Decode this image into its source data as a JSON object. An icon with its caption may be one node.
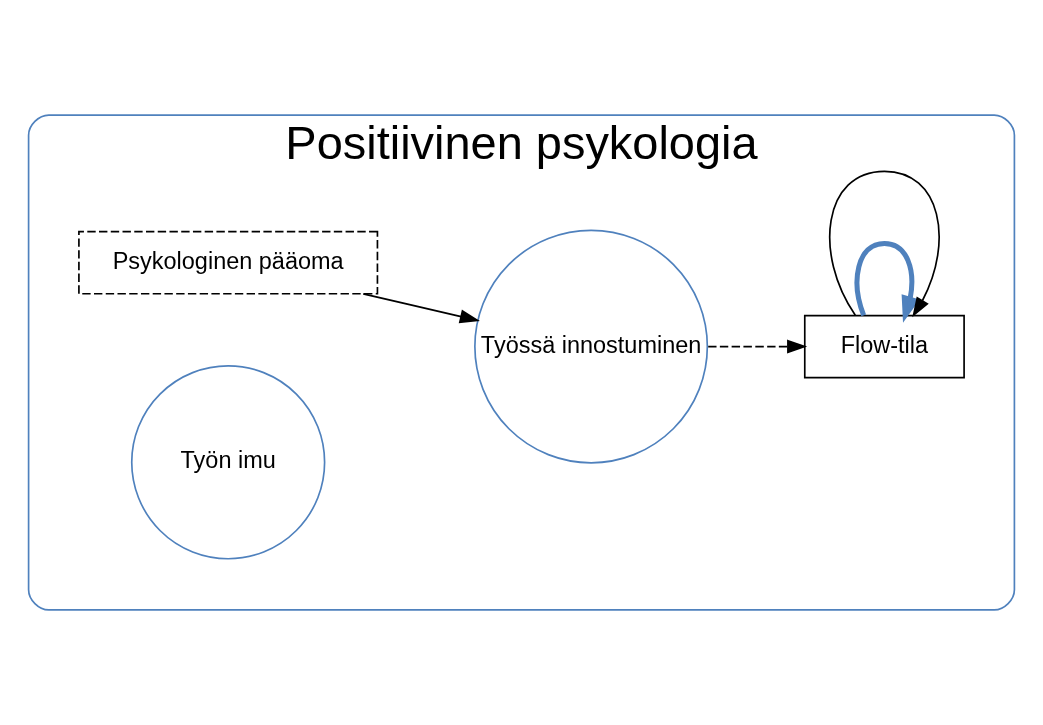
{
  "diagram": {
    "nodes": [
      {
        "text": [
          "Positiivinen psykologia"
        ]
      },
      {
        "text": [
          "Psykologinen pääoma"
        ],
        "in": 0
      },
      {
        "text": [
          "Työn imu"
        ],
        "in": 0
      },
      {
        "text": [
          "Työssä innostuminen"
        ],
        "in": 0
      },
      {
        "text": [
          "Flow-tila"
        ],
        "in": 0
      }
    ],
    "edges": [
      {
        "from": 1,
        "to": 3,
        "arrow": "to"
      },
      {
        "from": 3,
        "to": 4,
        "arrow": "to",
        "style": "dashed"
      },
      {
        "from": 4,
        "to": 4,
        "arrow": "to",
        "style": "thick",
        "color": "#4f81bd"
      },
      {
        "from": 4,
        "to": 4,
        "arrow": "to"
      }
    ]
  }
}
